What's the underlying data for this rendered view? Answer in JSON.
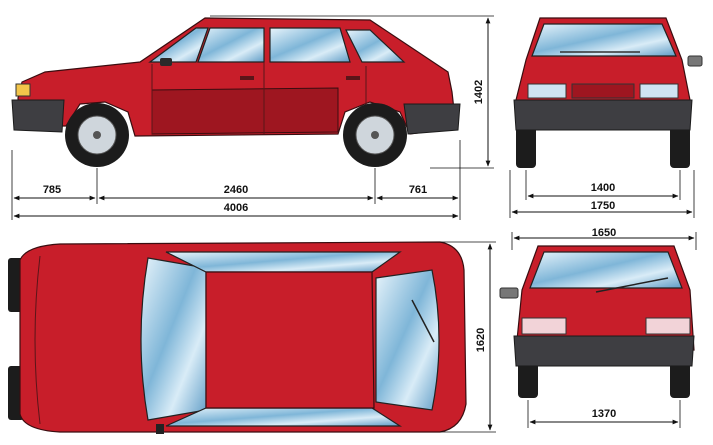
{
  "colors": {
    "body_red": "#c81e2a",
    "body_red_dark": "#9e1620",
    "glass_light": "#e8f4fb",
    "glass_blue": "#7fb6d8",
    "bumper": "#3e3e42",
    "dimension_ink": "#111111"
  },
  "views": {
    "side": {
      "front_overhang": "785",
      "wheelbase": "2460",
      "rear_overhang": "761",
      "overall_length": "4006",
      "height": "1402"
    },
    "rear": {
      "track": "1400",
      "overall_width": "1750"
    },
    "top": {
      "width": "1620"
    },
    "front": {
      "body_width": "1650",
      "track": "1370"
    }
  }
}
